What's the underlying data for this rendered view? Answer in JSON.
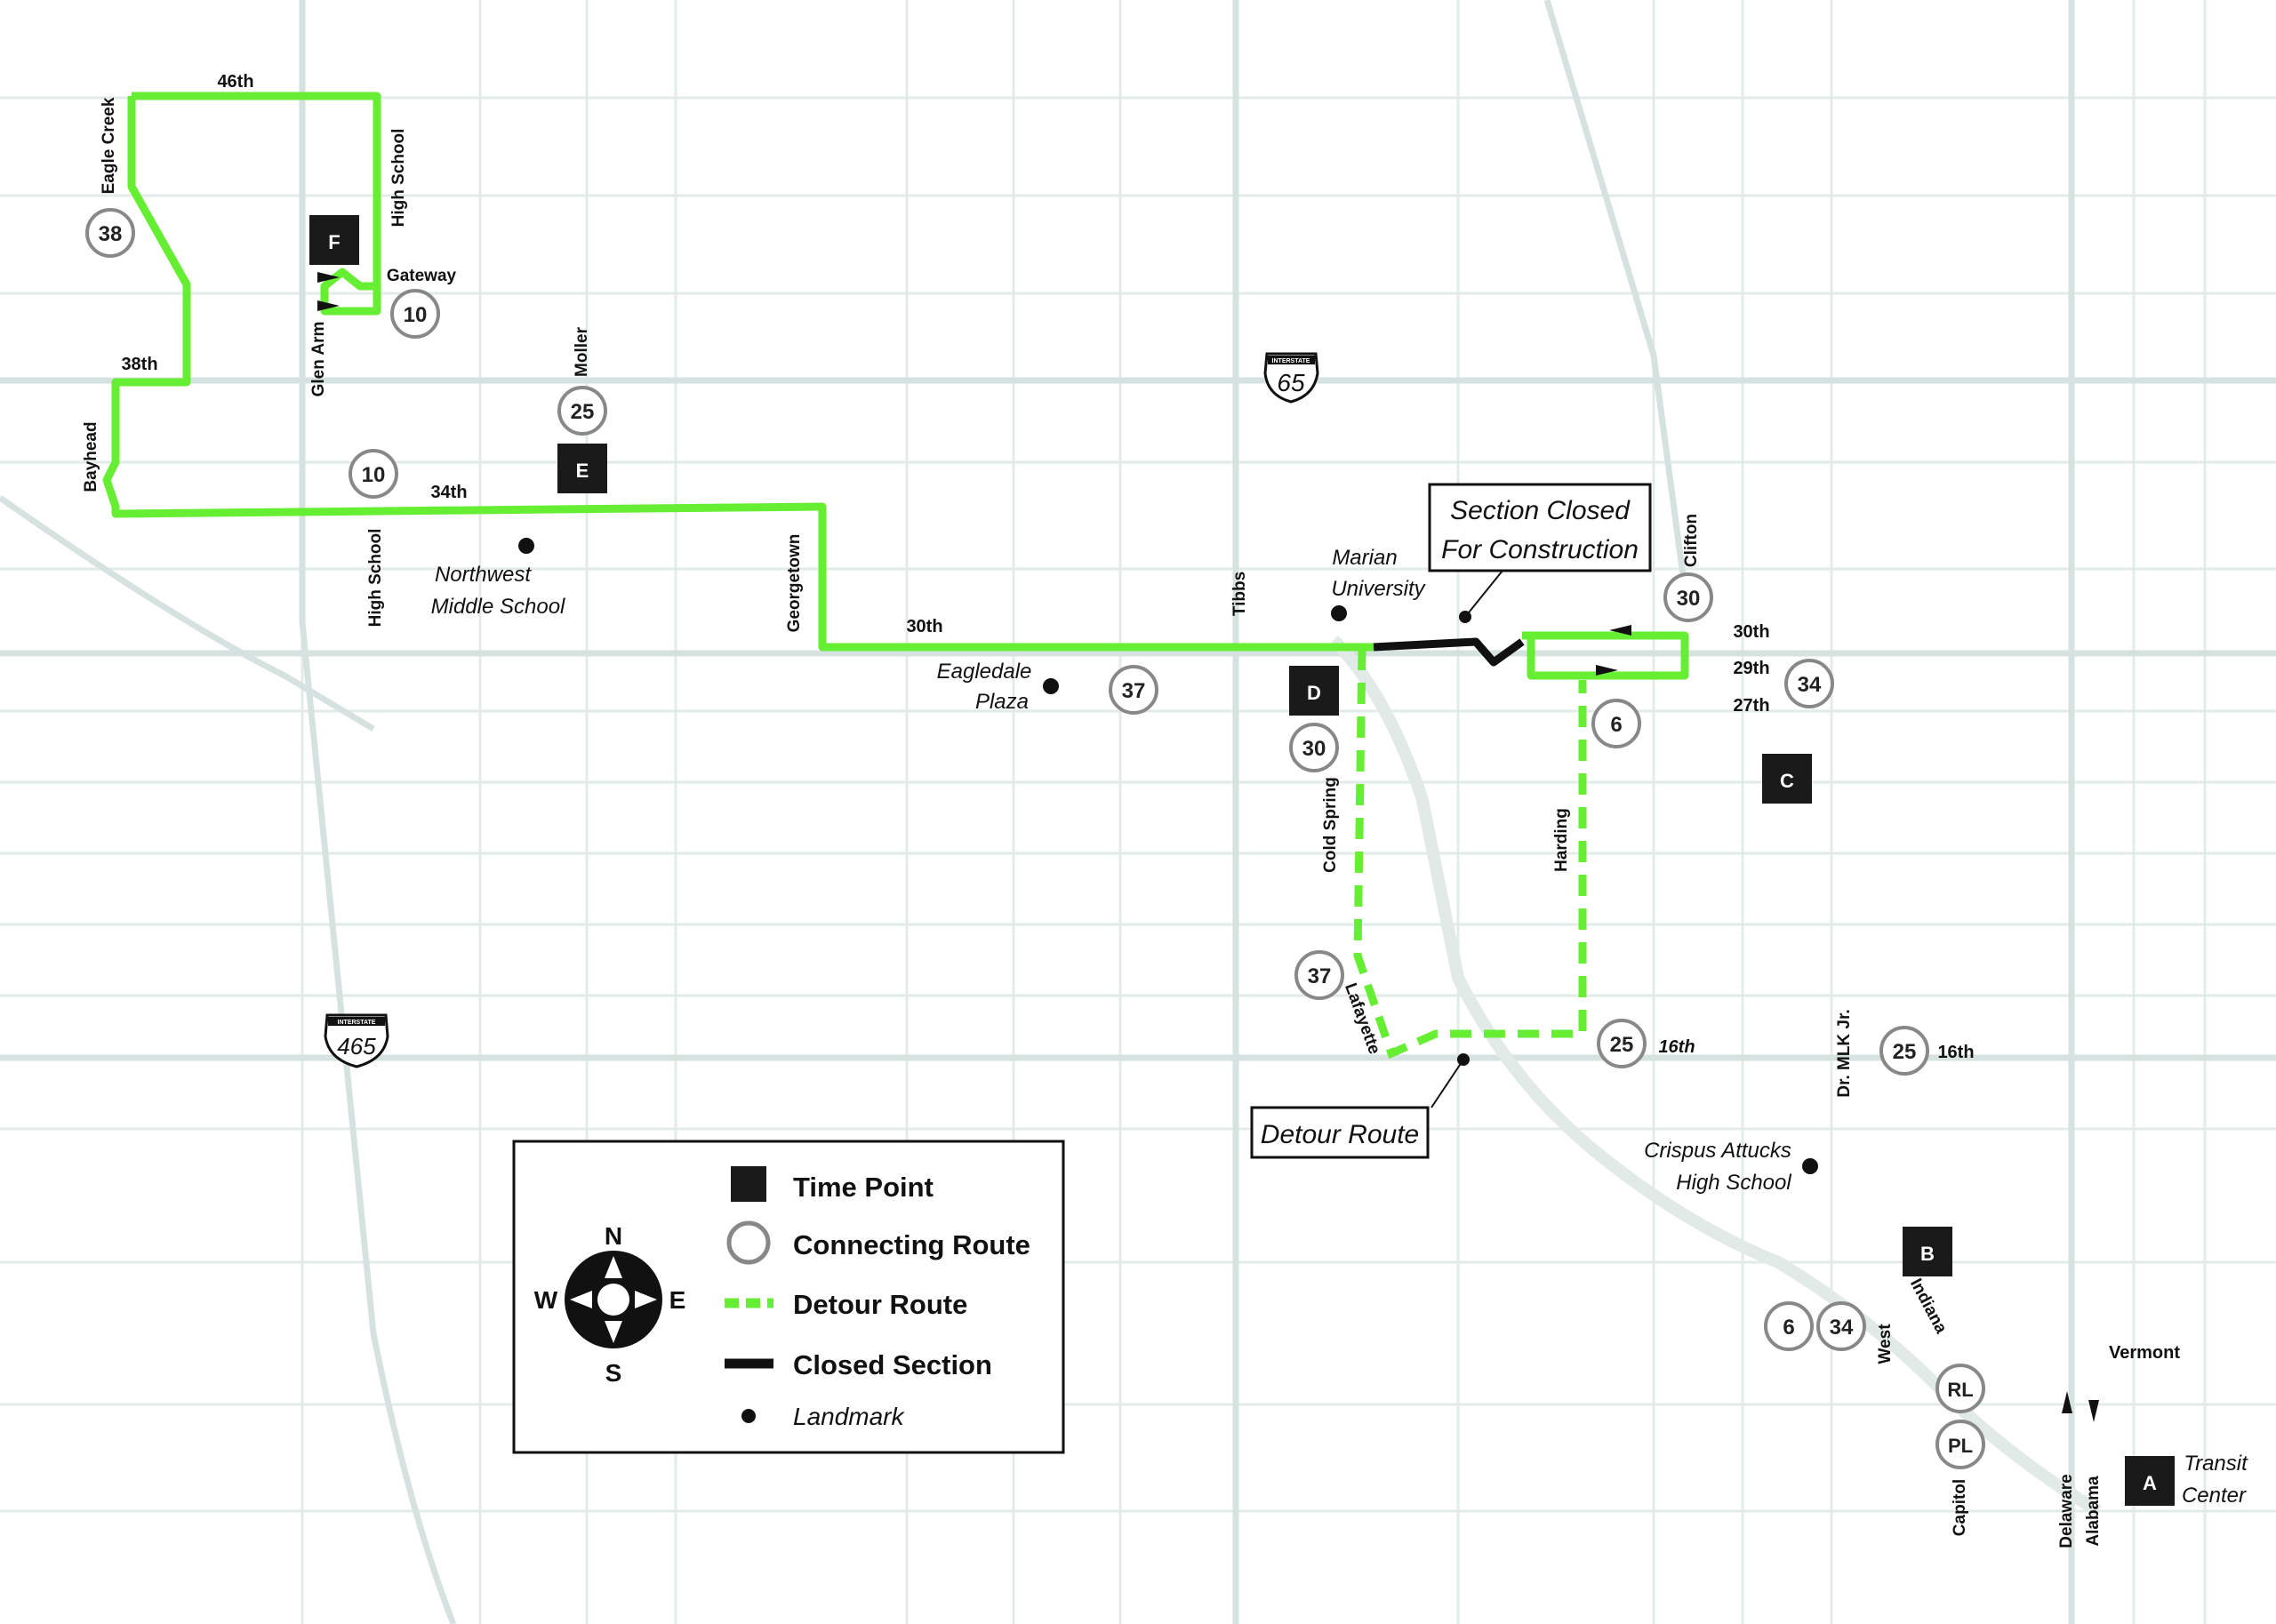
{
  "colors": {
    "route": "#66ee33",
    "closed": "#111111",
    "streets": "#dde6e3",
    "major_streets": "#ccd9d6",
    "circle_stroke": "#888888",
    "time_point": "#1a1a1a"
  },
  "time_points": [
    "F",
    "E",
    "D",
    "C",
    "B",
    "A"
  ],
  "connecting_routes": [
    "38",
    "10",
    "10",
    "25",
    "37",
    "30",
    "30",
    "6",
    "34",
    "37",
    "25",
    "25",
    "6",
    "34",
    "RL",
    "PL"
  ],
  "interstates": [
    {
      "number": "65",
      "header": "INTERSTATE"
    },
    {
      "number": "465",
      "header": "INTERSTATE"
    }
  ],
  "streets": {
    "s46th": "46th",
    "eagle_creek": "Eagle Creek",
    "high_school_n": "High School",
    "gateway": "Gateway",
    "glen_arm": "Glen Arm",
    "s38th": "38th",
    "bayhead": "Bayhead",
    "moller": "Moller",
    "s34th": "34th",
    "high_school_s": "High School",
    "georgetown": "Georgetown",
    "s30th_w": "30th",
    "tibbs": "Tibbs",
    "clifton": "Clifton",
    "s30th_e": "30th",
    "s29th": "29th",
    "s27th": "27th",
    "cold_spring": "Cold Spring",
    "harding": "Harding",
    "lafayette": "Lafayette",
    "s16th_w": "16th",
    "dr_mlk": "Dr. MLK Jr.",
    "s16th_e": "16th",
    "indiana": "Indiana",
    "west": "West",
    "vermont": "Vermont",
    "capitol": "Capitol",
    "delaware": "Delaware",
    "alabama": "Alabama"
  },
  "landmarks": {
    "northwest_ms": [
      "Northwest",
      "Middle School"
    ],
    "marian": [
      "Marian",
      "University"
    ],
    "eagledale": [
      "Eagledale",
      "Plaza"
    ],
    "crispus": [
      "Crispus Attucks",
      "High School"
    ],
    "transit": [
      "Transit",
      "Center"
    ]
  },
  "callouts": {
    "closed": [
      "Section Closed",
      "For Construction"
    ],
    "detour": "Detour Route"
  },
  "legend": {
    "time_point": "Time Point",
    "connecting_route": "Connecting Route",
    "detour_route": "Detour Route",
    "closed_section": "Closed Section",
    "landmark": "Landmark",
    "compass": {
      "n": "N",
      "e": "E",
      "s": "S",
      "w": "W"
    }
  }
}
